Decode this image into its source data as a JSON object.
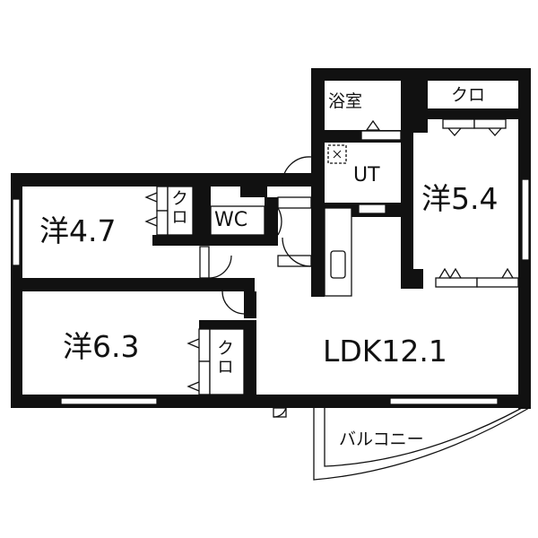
{
  "plan": {
    "rooms": {
      "bath": "浴室",
      "closet_top_right": "クロ",
      "utility": "UT",
      "western_5_4": "洋5.4",
      "western_4_7": "洋4.7",
      "closet_4_7": "クロ",
      "toilet": "WC",
      "western_6_3": "洋6.3",
      "closet_6_3": "クロ",
      "ldk": "LDK12.1",
      "balcony": "バルコニー"
    },
    "colors": {
      "wall": "#111111",
      "background": "#ffffff"
    }
  }
}
